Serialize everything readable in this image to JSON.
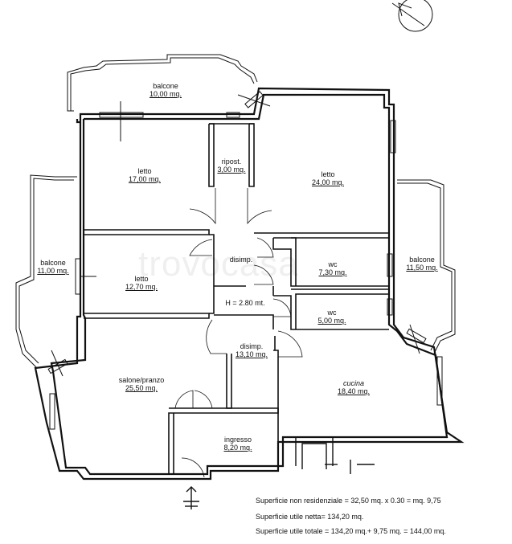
{
  "rooms": {
    "balcone_top": {
      "name": "balcone",
      "area": "10,00 mq."
    },
    "letto_1": {
      "name": "letto",
      "area": "17,00 mq."
    },
    "ripost": {
      "name": "ripost.",
      "area": "3,00 mq."
    },
    "letto_2": {
      "name": "letto",
      "area": "24,00 mq."
    },
    "balcone_left": {
      "name": "balcone",
      "area": "11,00 mq."
    },
    "letto_3": {
      "name": "letto",
      "area": "12,70 mq."
    },
    "disimp_1": {
      "name": "disimp."
    },
    "wc_1": {
      "name": "wc",
      "area": "7,30 mq."
    },
    "balcone_right": {
      "name": "balcone",
      "area": "11,50 mq."
    },
    "height": {
      "name": "H = 2.80 mt."
    },
    "wc_2": {
      "name": "wc",
      "area": "5,00 mq."
    },
    "disimp_2": {
      "name": "disimp.",
      "area": "13,10 mq."
    },
    "salone": {
      "name": "salone/pranzo",
      "area": "25,50 mq."
    },
    "cucina": {
      "name": "cucina",
      "area": "18,40 mq."
    },
    "ingresso": {
      "name": "ingresso",
      "area": "8,20 mq."
    }
  },
  "notes": [
    "Superficie non residenziale = 32,50 mq. x 0.30 = mq. 9,75",
    "Superficie utile netta= 134,20 mq.",
    "Superficie utile totale = 134,20 mq.+ 9,75 mq. = 144,00 mq."
  ],
  "watermark": "trovocasa",
  "icons": {
    "north": "north-arrow-icon",
    "entrance": "entrance-arrow-icon"
  }
}
